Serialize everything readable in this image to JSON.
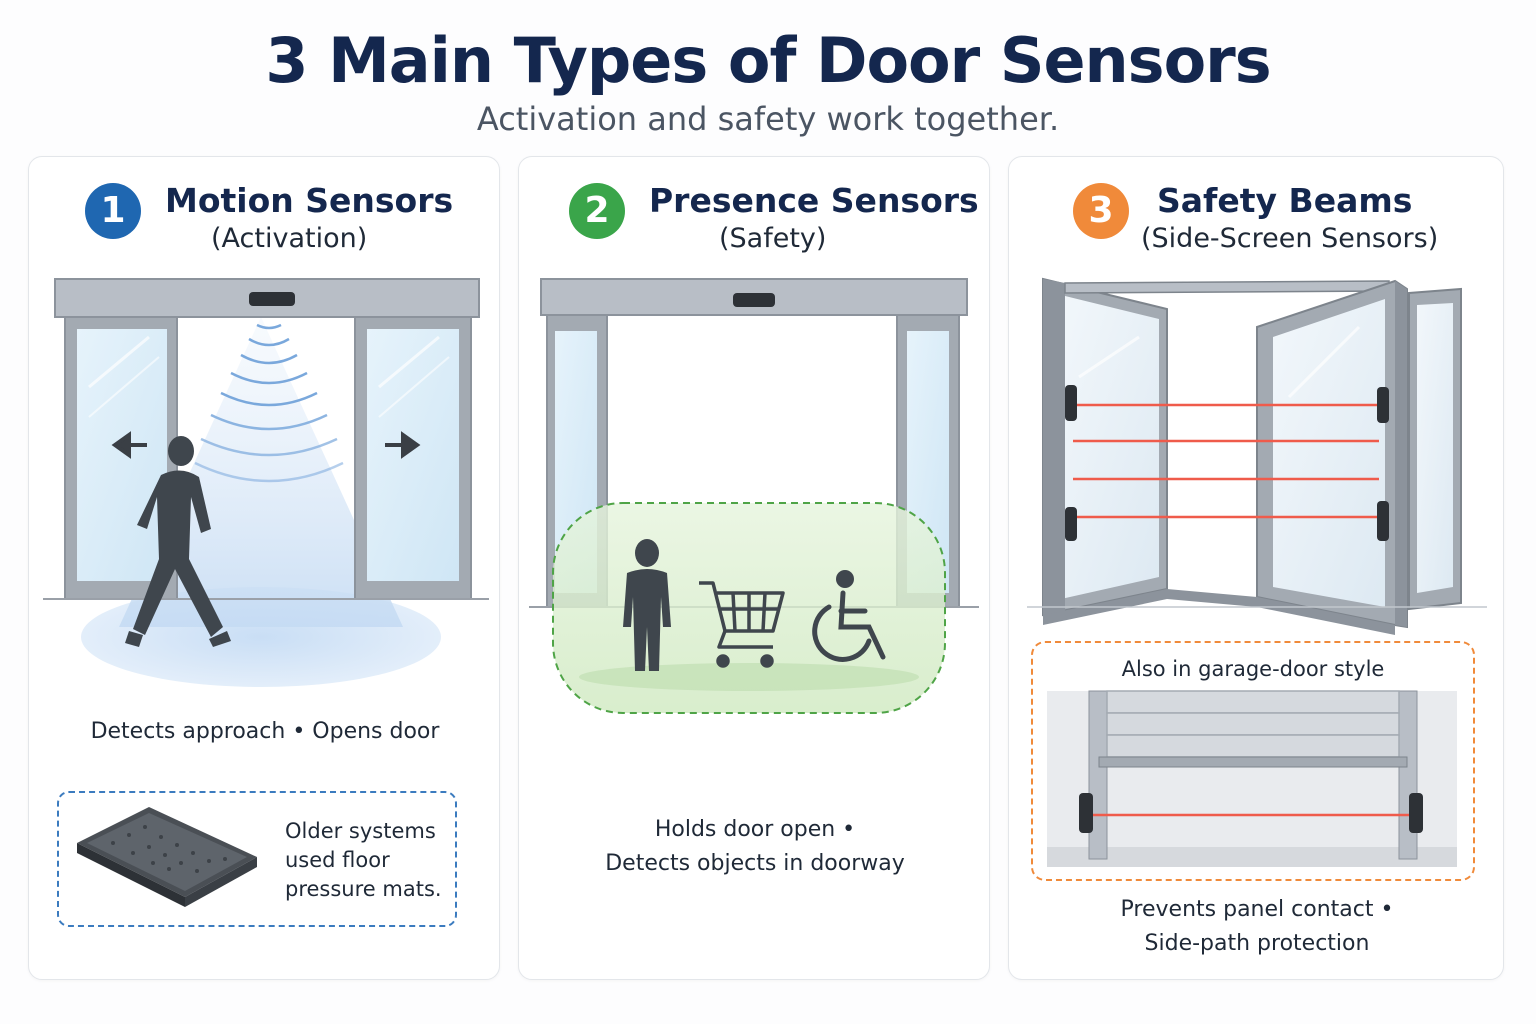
{
  "header": {
    "title": "3 Main Types of Door Sensors",
    "subtitle": "Activation and safety work together."
  },
  "colors": {
    "title": "#14274e",
    "badge_1": "#1f67b1",
    "badge_2": "#3aa54a",
    "badge_3": "#f08a3a",
    "beam": "#ef5b4b",
    "frame": "#8c939c"
  },
  "cards": [
    {
      "number": "1",
      "title": "Motion Sensors",
      "subtitle": "(Activation)",
      "caption": "Detects approach • Opens door",
      "note_lines": [
        "Older systems",
        "used floor",
        "pressure mats."
      ]
    },
    {
      "number": "2",
      "title": "Presence Sensors",
      "subtitle": "(Safety)",
      "caption_lines": [
        "Holds door open •",
        "Detects objects in doorway"
      ]
    },
    {
      "number": "3",
      "title": "Safety Beams",
      "subtitle": "(Side-Screen Sensors)",
      "inset_label": "Also in garage-door style",
      "caption_lines": [
        "Prevents panel contact •",
        "Side-path protection"
      ]
    }
  ]
}
